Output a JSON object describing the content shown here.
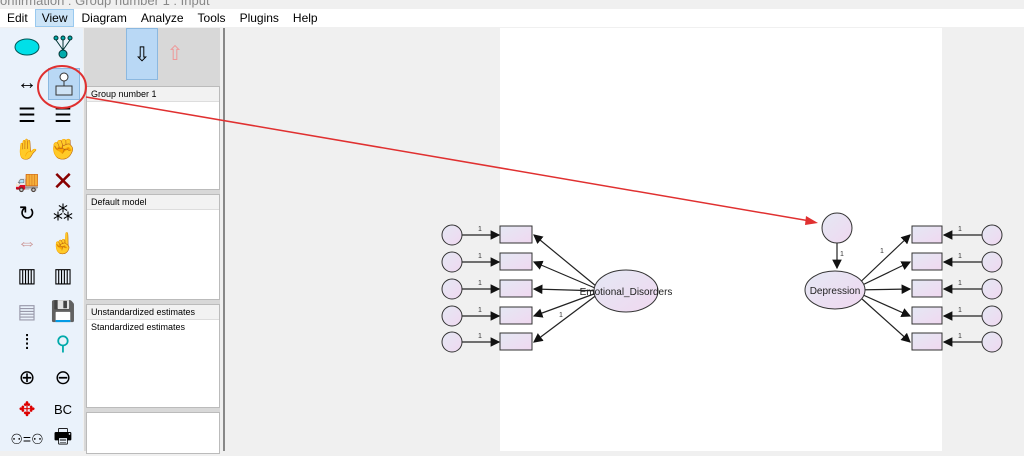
{
  "window": {
    "title": "onfirmation : Group number 1 : Input"
  },
  "menu": [
    "Edit",
    "View",
    "Diagram",
    "Analyze",
    "Tools",
    "Plugins",
    "Help"
  ],
  "panels": {
    "group": "Group number 1",
    "model": "Default model",
    "estimates": [
      "Unstandardized estimates",
      "Standardized estimates"
    ]
  },
  "diagram": {
    "latent_left": "Emotional_Disorders",
    "latent_right": "Depression",
    "path_label": "1",
    "annotation_color": "#e03030"
  }
}
